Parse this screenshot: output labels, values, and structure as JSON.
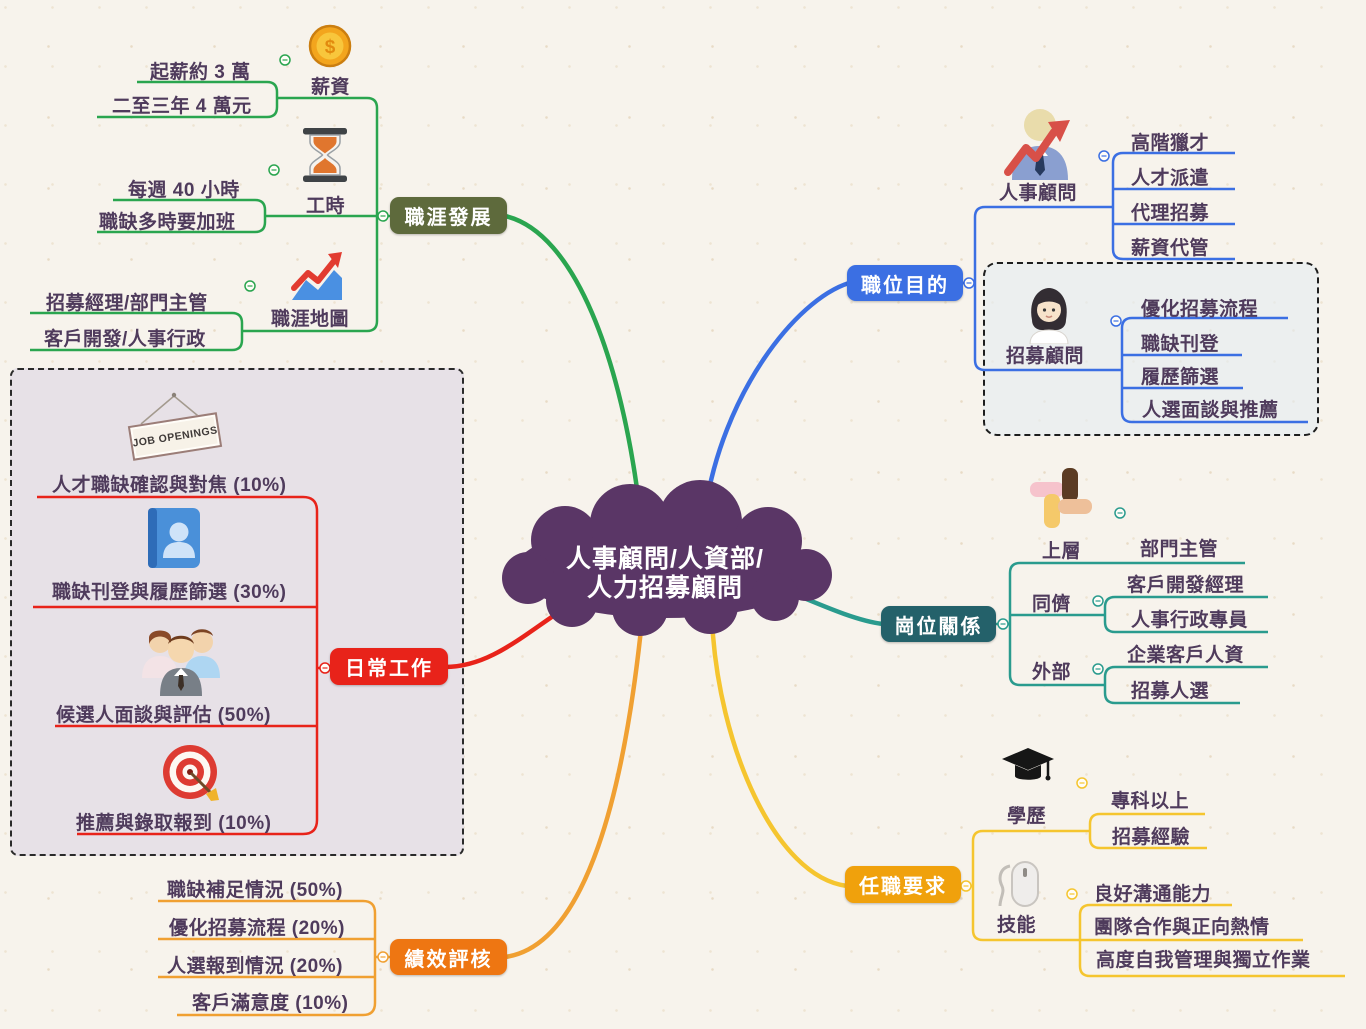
{
  "canvas": {
    "background": "#f7f3ec",
    "text_color": "#4f3b5c"
  },
  "center": {
    "label_line1": "人事顧問/人資部/",
    "label_line2": "人力招募顧問",
    "bg": "#5a3666"
  },
  "branches": {
    "career": {
      "label": "職涯發展",
      "node_bg": "#5e6a3c",
      "line_color": "#2aa54f",
      "groups": [
        {
          "icon": "coin-icon",
          "label": "薪資",
          "items": [
            "起薪約 3 萬",
            "二至三年 4 萬元"
          ]
        },
        {
          "icon": "hourglass-icon",
          "label": "工時",
          "items": [
            "每週 40 小時",
            "職缺多時要加班"
          ]
        },
        {
          "icon": "trend-chart-icon",
          "label": "職涯地圖",
          "items": [
            "招募經理/部門主管",
            "客戶開發/人事行政"
          ]
        }
      ]
    },
    "purpose": {
      "label": "職位目的",
      "node_bg": "#3b6fe3",
      "line_color": "#3b6fe3",
      "groups": [
        {
          "icon": "consultant-icon",
          "label": "人事顧問",
          "items": [
            "高階獵才",
            "人才派遣",
            "代理招募",
            "薪資代管"
          ]
        },
        {
          "icon": "recruiter-icon",
          "label": "招募顧問",
          "items": [
            "優化招募流程",
            "職缺刊登",
            "履歷篩選",
            "人選面談與推薦"
          ]
        }
      ]
    },
    "daily": {
      "label": "日常工作",
      "node_bg": "#e8231a",
      "line_color": "#e8231a",
      "sign": "JOB OPENINGS",
      "items": [
        "人才職缺確認與對焦 (10%)",
        "職缺刊登與履歷篩選 (30%)",
        "候選人面談與評估 (50%)",
        "推薦與錄取報到 (10%)"
      ],
      "item_icons": [
        "contact-book-icon",
        "people-group-icon",
        "target-icon"
      ]
    },
    "relation": {
      "label": "崗位關係",
      "node_bg": "#24616a",
      "line_color": "#2a9b8e",
      "icon": "hands-icon",
      "groups": [
        {
          "label": "上層",
          "items": [
            "部門主管"
          ]
        },
        {
          "label": "同儕",
          "items": [
            "客戶開發經理",
            "人事行政專員"
          ]
        },
        {
          "label": "外部",
          "items": [
            "企業客戶人資",
            "招募人選"
          ]
        }
      ]
    },
    "requirement": {
      "label": "任職要求",
      "node_bg": "#f0a10c",
      "line_color": "#f5c52f",
      "groups": [
        {
          "icon": "grad-cap-icon",
          "label": "學歷",
          "items": [
            "專科以上",
            "招募經驗"
          ]
        },
        {
          "icon": "mouse-icon",
          "label": "技能",
          "items": [
            "良好溝通能力",
            "團隊合作與正向熱情",
            "高度自我管理與獨立作業"
          ]
        }
      ]
    },
    "performance": {
      "label": "績效評核",
      "node_bg": "#ee7612",
      "line_color": "#f0a032",
      "items": [
        "職缺補足情況 (50%)",
        "優化招募流程 (20%)",
        "人選報到情況 (20%)",
        "客戶滿意度 (10%)"
      ]
    }
  }
}
